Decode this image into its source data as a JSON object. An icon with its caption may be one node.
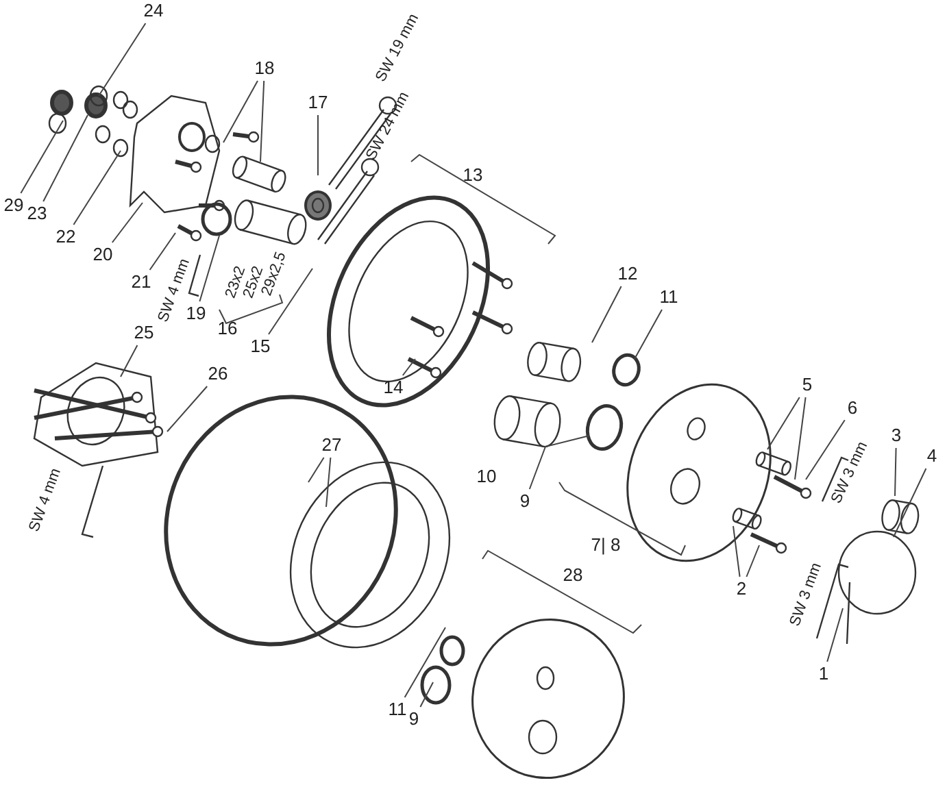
{
  "diagram": {
    "nodes": [
      {
        "text": [
          "24"
        ]
      },
      {
        "text": [
          "18"
        ]
      },
      {
        "text": [
          "17"
        ]
      },
      {
        "text": [
          "13"
        ]
      },
      {
        "text": [
          "29"
        ]
      },
      {
        "text": [
          "23"
        ]
      },
      {
        "text": [
          "22"
        ]
      },
      {
        "text": [
          "20"
        ]
      },
      {
        "text": [
          "21"
        ]
      },
      {
        "text": [
          "19"
        ]
      },
      {
        "text": [
          "16"
        ]
      },
      {
        "text": [
          "15"
        ]
      },
      {
        "text": [
          "12"
        ]
      },
      {
        "text": [
          "11"
        ]
      },
      {
        "text": [
          "14"
        ]
      },
      {
        "text": [
          "25"
        ]
      },
      {
        "text": [
          "26"
        ]
      },
      {
        "text": [
          "5"
        ]
      },
      {
        "text": [
          "6"
        ]
      },
      {
        "text": [
          "3"
        ]
      },
      {
        "text": [
          "4"
        ]
      },
      {
        "text": [
          "27"
        ]
      },
      {
        "text": [
          "9"
        ]
      },
      {
        "text": [
          "7| 8"
        ]
      },
      {
        "text": [
          "2"
        ]
      },
      {
        "text": [
          "28"
        ]
      },
      {
        "text": [
          "1"
        ]
      },
      {
        "text": [
          "11"
        ]
      },
      {
        "text": [
          "9"
        ]
      }
    ],
    "edges": [
      {
        "from": 0,
        "to": null,
        "arrow": "none"
      },
      {
        "from": 1,
        "to": null,
        "arrow": "none"
      },
      {
        "from": 1,
        "to": null,
        "arrow": "none"
      },
      {
        "from": 2,
        "to": null,
        "arrow": "none"
      },
      {
        "from": 4,
        "to": null,
        "arrow": "none"
      },
      {
        "from": 5,
        "to": null,
        "arrow": "none"
      },
      {
        "from": 6,
        "to": null,
        "arrow": "none"
      },
      {
        "from": 7,
        "to": null,
        "arrow": "none"
      },
      {
        "from": 8,
        "to": null,
        "arrow": "none"
      },
      {
        "from": 9,
        "to": null,
        "arrow": "none"
      },
      {
        "from": 11,
        "to": null,
        "arrow": "none"
      },
      {
        "from": 12,
        "to": null,
        "arrow": "none"
      },
      {
        "from": 13,
        "to": null,
        "arrow": "none"
      },
      {
        "from": 14,
        "to": null,
        "arrow": "none"
      },
      {
        "from": 15,
        "to": null,
        "arrow": "none"
      },
      {
        "from": 16,
        "to": null,
        "arrow": "none"
      },
      {
        "from": 17,
        "to": null,
        "arrow": "none"
      },
      {
        "from": 17,
        "to": null,
        "arrow": "none"
      },
      {
        "from": 18,
        "to": null,
        "arrow": "none"
      },
      {
        "from": 19,
        "to": null,
        "arrow": "none"
      },
      {
        "from": 20,
        "to": null,
        "arrow": "none"
      },
      {
        "from": 21,
        "to": null,
        "arrow": "none"
      },
      {
        "from": 21,
        "to": null,
        "arrow": "none"
      },
      {
        "from": 22,
        "to": null,
        "arrow": "none"
      },
      {
        "from": 24,
        "to": null,
        "arrow": "none"
      },
      {
        "from": 24,
        "to": null,
        "arrow": "none"
      },
      {
        "from": 26,
        "to": null,
        "arrow": "none"
      },
      {
        "from": 27,
        "to": null,
        "arrow": "none"
      },
      {
        "from": 28,
        "to": null,
        "arrow": "none"
      }
    ],
    "labels": [
      "SW 19 mm",
      "SW 24 mm",
      "SW 4 mm",
      "23x2",
      "25x2",
      "29x2,5",
      "SW 4 mm",
      "SW 3 mm",
      "10",
      "SW 3 mm"
    ]
  }
}
